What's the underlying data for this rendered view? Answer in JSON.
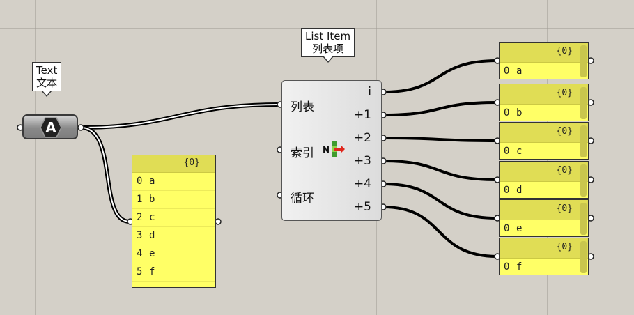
{
  "text_param": {
    "tooltip_line1": "Text",
    "tooltip_line2": "文本",
    "icon": "A",
    "icon_name": "text-a-hex-icon"
  },
  "list_item": {
    "tooltip_line1": "List Item",
    "tooltip_line2": "列表项",
    "inputs": [
      "列表",
      "索引",
      "循环"
    ],
    "outputs": [
      "i",
      "+1",
      "+2",
      "+3",
      "+4",
      "+5"
    ],
    "badge": "N"
  },
  "input_panel": {
    "path": "{0}",
    "rows": [
      {
        "index": "0",
        "value": "a"
      },
      {
        "index": "1",
        "value": "b"
      },
      {
        "index": "2",
        "value": "c"
      },
      {
        "index": "3",
        "value": "d"
      },
      {
        "index": "4",
        "value": "e"
      },
      {
        "index": "5",
        "value": "f"
      }
    ]
  },
  "output_panels": [
    {
      "path": "{0}",
      "index": "0",
      "value": "a"
    },
    {
      "path": "{0}",
      "index": "0",
      "value": "b"
    },
    {
      "path": "{0}",
      "index": "0",
      "value": "c"
    },
    {
      "path": "{0}",
      "index": "0",
      "value": "d"
    },
    {
      "path": "{0}",
      "index": "0",
      "value": "e"
    },
    {
      "path": "{0}",
      "index": "0",
      "value": "f"
    }
  ],
  "colors": {
    "panel_bg": "#ffff66",
    "panel_header": "#e0dd55",
    "canvas": "#d4d0c8",
    "wire": "#000000"
  }
}
